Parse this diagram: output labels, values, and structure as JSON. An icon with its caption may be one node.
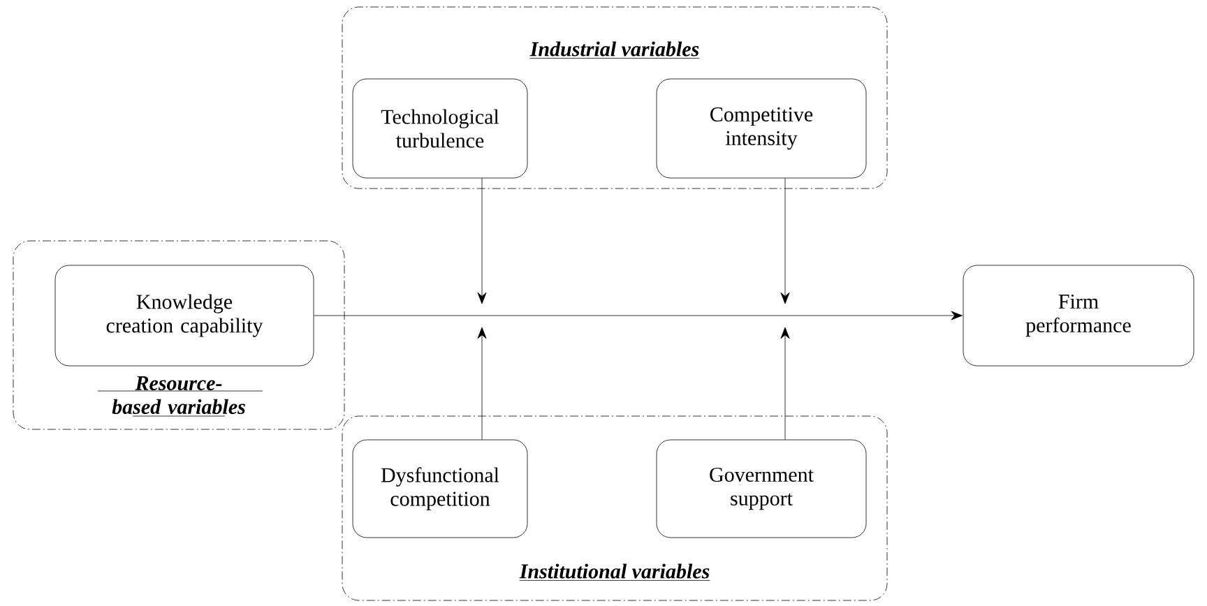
{
  "diagram": {
    "nodes": [
      {
        "text": [
          "Industrial variables"
        ]
      },
      {
        "text": [
          "Technological turbulence"
        ],
        "in": 0
      },
      {
        "text": [
          "Competitive intensity"
        ],
        "in": 0
      },
      {
        "text": [
          "Resource-based variables"
        ]
      },
      {
        "text": [
          "Knowledge creation capability"
        ],
        "in": 3
      },
      {
        "text": [
          "Firm performance"
        ]
      },
      {
        "text": [
          "Institutional variables"
        ]
      },
      {
        "text": [
          "Dysfunctional competition"
        ],
        "in": 6
      },
      {
        "text": [
          "Government support"
        ],
        "in": 6
      }
    ],
    "edges": [
      {
        "from": 4,
        "to": 5,
        "arrow": "to"
      },
      {
        "from": 1,
        "to": null,
        "arrow": "to"
      },
      {
        "from": 2,
        "to": null,
        "arrow": "to"
      },
      {
        "from": 7,
        "to": null,
        "arrow": "to"
      },
      {
        "from": 8,
        "to": null,
        "arrow": "to"
      }
    ]
  }
}
